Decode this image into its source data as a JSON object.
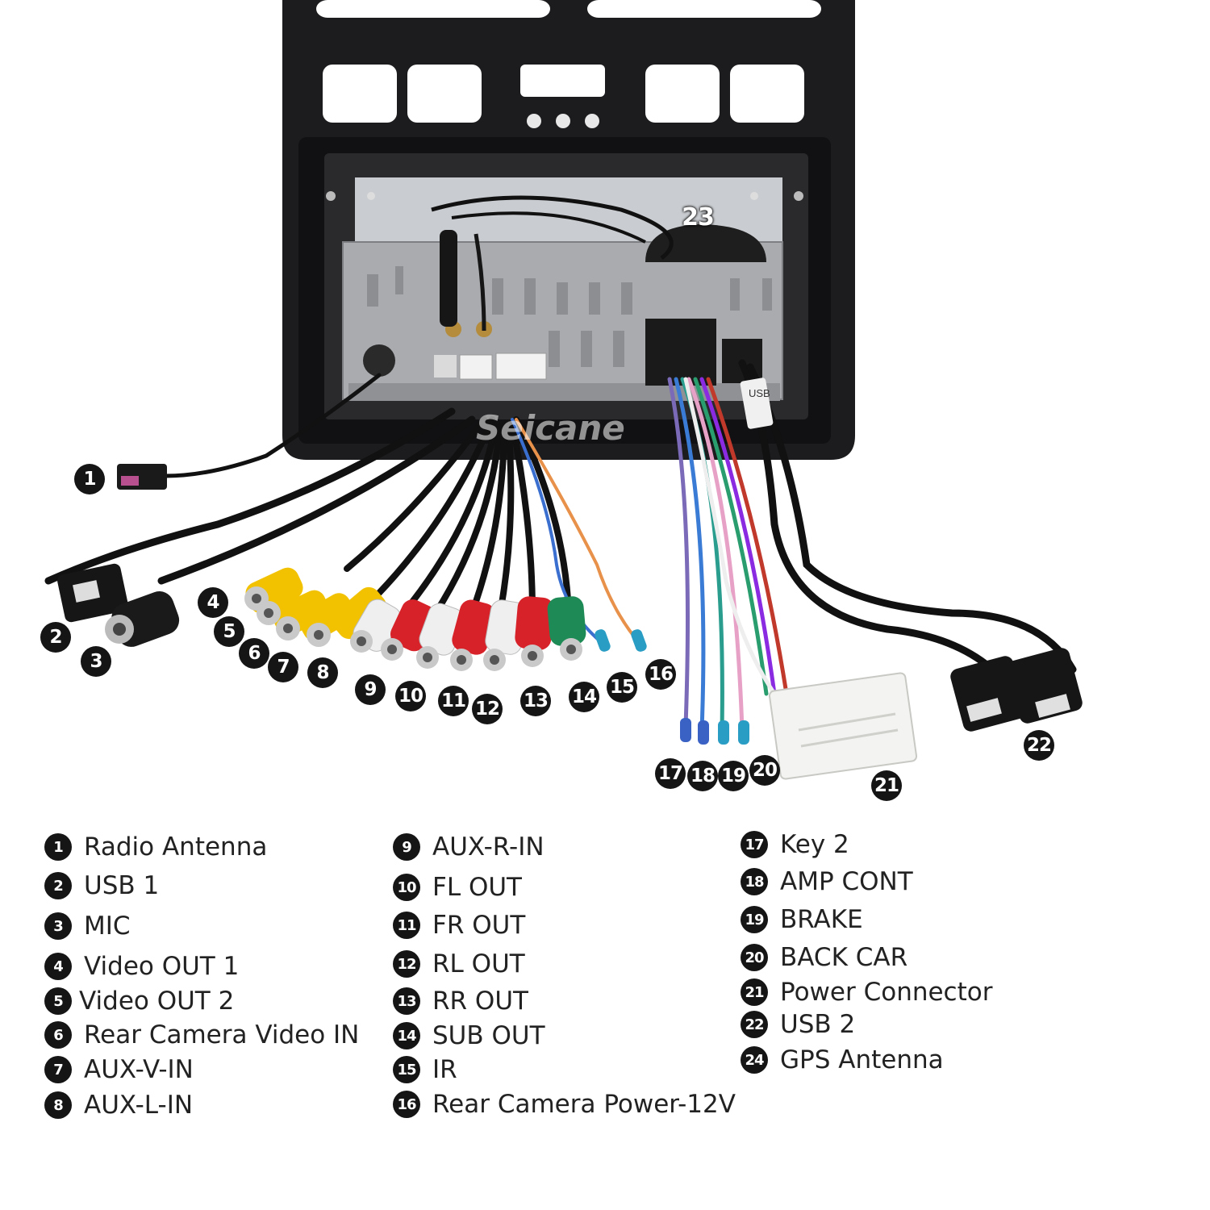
{
  "brand": {
    "watermark": "Seicane"
  },
  "photo": {
    "usb_tag": "USB",
    "callouts": [
      "1",
      "2",
      "3",
      "4",
      "5",
      "6",
      "7",
      "8",
      "9",
      "10",
      "11",
      "12",
      "13",
      "14",
      "15",
      "16",
      "17",
      "18",
      "19",
      "20",
      "21",
      "22",
      "23"
    ]
  },
  "legend": {
    "items": [
      {
        "num": "1",
        "label": "Radio Antenna"
      },
      {
        "num": "2",
        "label": "USB 1"
      },
      {
        "num": "3",
        "label": "MIC"
      },
      {
        "num": "4",
        "label": "Video OUT 1"
      },
      {
        "num": "5",
        "label": "Video OUT 2"
      },
      {
        "num": "6",
        "label": "Rear Camera Video IN"
      },
      {
        "num": "7",
        "label": "AUX-V-IN"
      },
      {
        "num": "8",
        "label": "AUX-L-IN"
      },
      {
        "num": "9",
        "label": "AUX-R-IN"
      },
      {
        "num": "10",
        "label": "FL OUT"
      },
      {
        "num": "11",
        "label": "FR OUT"
      },
      {
        "num": "12",
        "label": "RL OUT"
      },
      {
        "num": "13",
        "label": "RR OUT"
      },
      {
        "num": "14",
        "label": "SUB OUT"
      },
      {
        "num": "15",
        "label": "IR"
      },
      {
        "num": "16",
        "label": "Rear Camera Power-12V"
      },
      {
        "num": "17",
        "label": "Key 2"
      },
      {
        "num": "18",
        "label": "AMP CONT"
      },
      {
        "num": "19",
        "label": "BRAKE"
      },
      {
        "num": "20",
        "label": "BACK CAR"
      },
      {
        "num": "21",
        "label": "Power Connector"
      },
      {
        "num": "22",
        "label": "USB 2"
      },
      {
        "num": "24",
        "label": "GPS Antenna"
      }
    ]
  },
  "colors": {
    "callout_bg": "#151515",
    "frame": "#1c1c1e",
    "chassis": "#a9abae",
    "rca_yellow": "#f2c200",
    "rca_red": "#d8222a",
    "rca_white": "#efefef",
    "rca_green": "#1e8a55"
  }
}
